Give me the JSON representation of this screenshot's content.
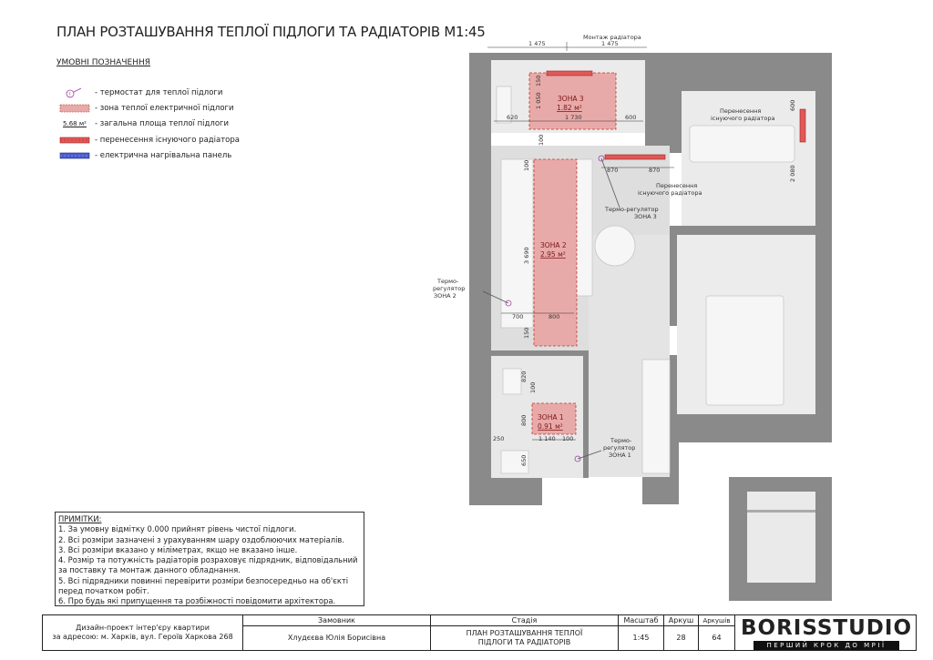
{
  "title": "ПЛАН РОЗТАШУВАННЯ ТЕПЛОЇ ПІДЛОГИ ТА РАДІАТОРІВ М1:45",
  "legend": {
    "heading": "УМОВНІ ПОЗНАЧЕННЯ",
    "items": [
      {
        "icon": "thermostat-icon",
        "text": "- термостат для теплої підлоги"
      },
      {
        "icon": "heated-zone-swatch",
        "text": "- зона теплої електричної підлоги"
      },
      {
        "icon": "area-label",
        "symbol": "5.68 м²",
        "text": "- загальна площа теплої підлоги"
      },
      {
        "icon": "radiator-relocation-icon",
        "text": "- перенесення існуючого радіатора"
      },
      {
        "icon": "electric-panel-icon",
        "text": "- електрична нагрівальна панель"
      }
    ]
  },
  "notes": {
    "heading": "ПРИМІТКИ:",
    "lines": [
      "1. За умовну відмітку 0.000 прийнят рівень чистої підлоги.",
      "2. Всі розміри зазначені з урахуванням шару оздоблюючих матеріалів.",
      "3. Всі розміри вказано у міліметрах, якщо не вказано інше.",
      "4. Розмір та потужність радіаторів розраховує підрядник, відповідальний за поставку та монтаж данного обладнання.",
      "5. Всі підрядники повинні перевірити розміри безпосередньо на об'єкті перед початком робіт.",
      "6. Про будь які припущення та розбіжності повідомити архітектора."
    ]
  },
  "plan": {
    "zones": [
      {
        "name": "ЗОНА 3",
        "area": "1.82 м²"
      },
      {
        "name": "ЗОНА 2",
        "area": "2.95 м²"
      },
      {
        "name": "ЗОНА 1",
        "area": "0.91 м²"
      }
    ],
    "labels": {
      "radiator_mount": "Монтаж радіатора",
      "relocate_1": "Перенесення",
      "relocate_1b": "існуючого радіатора",
      "relocate_2": "Перенесення",
      "relocate_2b": "існуючого радіатора",
      "thermo3a": "Термо-регулятор",
      "thermo3b": "ЗОНА 3",
      "thermo2a": "Термо-",
      "thermo2b": "регулятор",
      "thermo2c": "ЗОНА 2",
      "thermo1a": "Термо-",
      "thermo1b": "регулятор",
      "thermo1c": "ЗОНА 1"
    },
    "dims": {
      "d1475a": "1 475",
      "d1475b": "1 475",
      "d620": "620",
      "d1730": "1 730",
      "d600": "600",
      "d1050": "1 050",
      "d150a": "150",
      "d100a": "100",
      "d870a": "870",
      "d870b": "870",
      "d600r": "600",
      "d2080": "2 080",
      "d100b": "100",
      "d3690": "3 690",
      "d700": "700",
      "d800": "800",
      "d150b": "150",
      "d820": "820",
      "d100c": "100",
      "d800b": "800",
      "d1140": "1 140",
      "d100d": "100",
      "d250": "250",
      "d650": "650"
    }
  },
  "titleblock": {
    "project_line1": "Дизайн-проект інтер'єру квартири",
    "project_line2": "за адресою: м. Харків, вул. Героїв Харкова 268",
    "customer_header": "Замовник",
    "customer": "Хлудєєва Юлія Борисівна",
    "stage_header": "Стадія",
    "stage": "ПЛАН РОЗТАШУВАННЯ ТЕПЛОЇ ПІДЛОГИ ТА РАДІАТОРІВ",
    "scale_header": "Масштаб",
    "scale": "1:45",
    "sheet_header": "Аркуш",
    "sheet": "28",
    "sheets_header": "Аркушів",
    "sheets": "64",
    "brand": "BORISSTUDIO",
    "slogan": "ПЕРШИЙ КРОК ДО МРІЇ"
  },
  "colors": {
    "wall": "#8a8a8a",
    "zone_fill": "#e8aaa8",
    "zone_stroke": "#c0392b",
    "radiator": "#e05858",
    "panel": "#4a5bd0",
    "floor": "#e6e6e6"
  }
}
